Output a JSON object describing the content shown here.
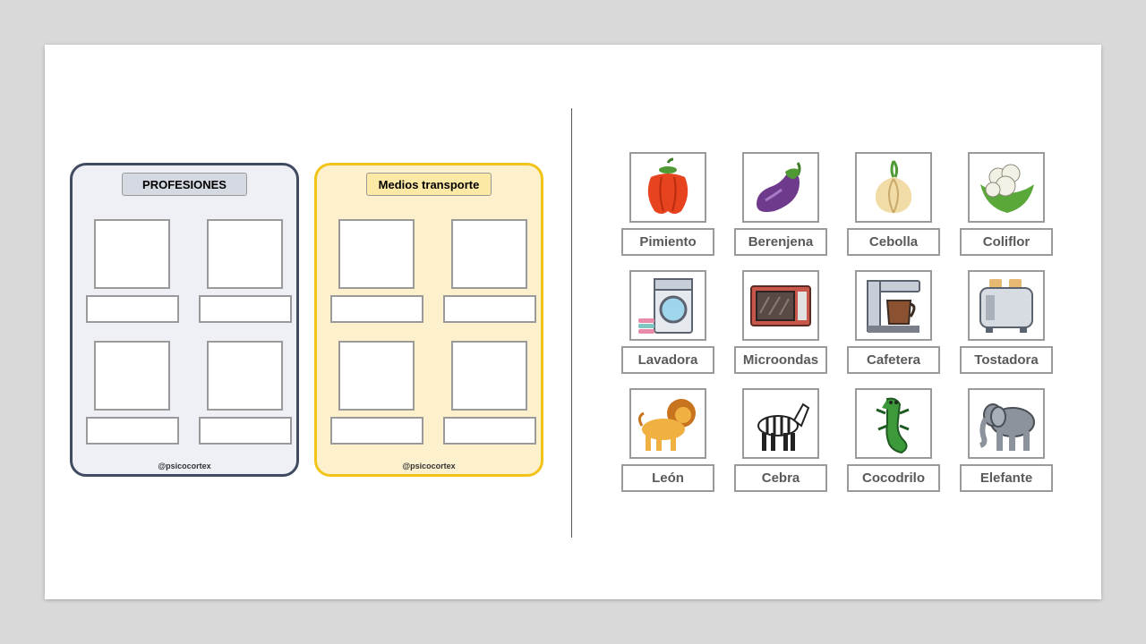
{
  "boards": [
    {
      "title": "PROFESIONES",
      "watermark": "@psicocortex"
    },
    {
      "title": "Medios transporte",
      "watermark": "@psicocortex"
    }
  ],
  "cards": [
    {
      "label": "Pimiento",
      "icon": "pepper-icon"
    },
    {
      "label": "Berenjena",
      "icon": "eggplant-icon"
    },
    {
      "label": "Cebolla",
      "icon": "onion-icon"
    },
    {
      "label": "Coliflor",
      "icon": "cauliflower-icon"
    },
    {
      "label": "Lavadora",
      "icon": "washing-machine-icon"
    },
    {
      "label": "Microondas",
      "icon": "microwave-icon"
    },
    {
      "label": "Cafetera",
      "icon": "coffee-maker-icon"
    },
    {
      "label": "Tostadora",
      "icon": "toaster-icon"
    },
    {
      "label": "León",
      "icon": "lion-icon"
    },
    {
      "label": "Cebra",
      "icon": "zebra-icon"
    },
    {
      "label": "Cocodrilo",
      "icon": "crocodile-icon"
    },
    {
      "label": "Elefante",
      "icon": "elephant-icon"
    }
  ],
  "colors": {
    "profesiones_border": "#404a60",
    "profesiones_fill": "#eef0f6",
    "transporte_border": "#f2c318",
    "transporte_fill": "#fdf0cc",
    "label_text": "#595959"
  }
}
